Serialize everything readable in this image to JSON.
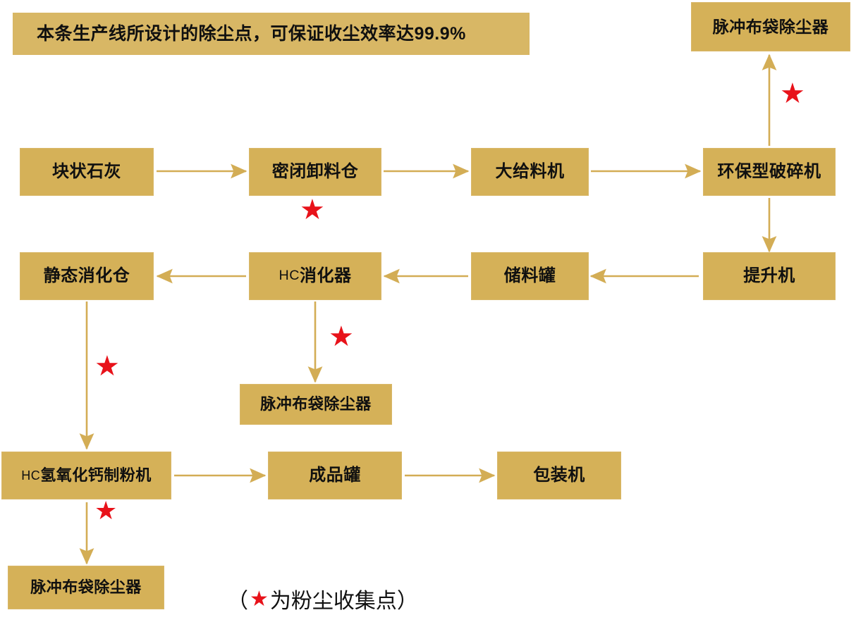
{
  "diagram": {
    "title_banner": "本条生产线所设计的除尘点，可保证收尘效率达99.9%",
    "legend": {
      "open_paren": "（",
      "star_glyph": "★",
      "text": "为粉尘收集点",
      "close_paren": "）"
    },
    "colors": {
      "box_fill": "#d5b158",
      "box_border": "#d9b86a",
      "arrow": "#d3ad55",
      "star": "#e8121a",
      "text": "#101010",
      "background": "#ffffff"
    },
    "star_glyph": "★",
    "nodes": [
      {
        "id": "title",
        "label": "本条生产线所设计的除尘点，可保证收尘效率达99.9%"
      },
      {
        "id": "dust-top-right",
        "label": "脉冲布袋除尘器"
      },
      {
        "id": "lump-lime",
        "label": "块状石灰"
      },
      {
        "id": "sealed-hopper",
        "label": "密闭卸料仓"
      },
      {
        "id": "big-feeder",
        "label": "大给料机"
      },
      {
        "id": "eco-crusher",
        "label": "环保型破碎机"
      },
      {
        "id": "static-digester",
        "label": "静态消化仓"
      },
      {
        "id": "hc-digester",
        "label_prefix": "HC",
        "label": "消化器"
      },
      {
        "id": "storage-tank",
        "label": "储料罐"
      },
      {
        "id": "elevator",
        "label": "提升机"
      },
      {
        "id": "dust-middle",
        "label": "脉冲布袋除尘器"
      },
      {
        "id": "hc-mill",
        "label_prefix": "HC",
        "label": "氢氧化钙制粉机"
      },
      {
        "id": "product-tank",
        "label": "成品罐"
      },
      {
        "id": "packer",
        "label": "包装机"
      },
      {
        "id": "dust-bottom-left",
        "label": "脉冲布袋除尘器"
      }
    ],
    "flow_steps": [
      "块状石灰",
      "密闭卸料仓",
      "大给料机",
      "环保型破碎机",
      "提升机",
      "储料罐",
      "HC消化器",
      "静态消化仓",
      "HC氢氧化钙制粉机",
      "成品罐",
      "包装机"
    ],
    "dust_collection_points": [
      "密闭卸料仓",
      "环保型破碎机",
      "HC消化器",
      "静态消化仓",
      "HC氢氧化钙制粉机"
    ]
  }
}
